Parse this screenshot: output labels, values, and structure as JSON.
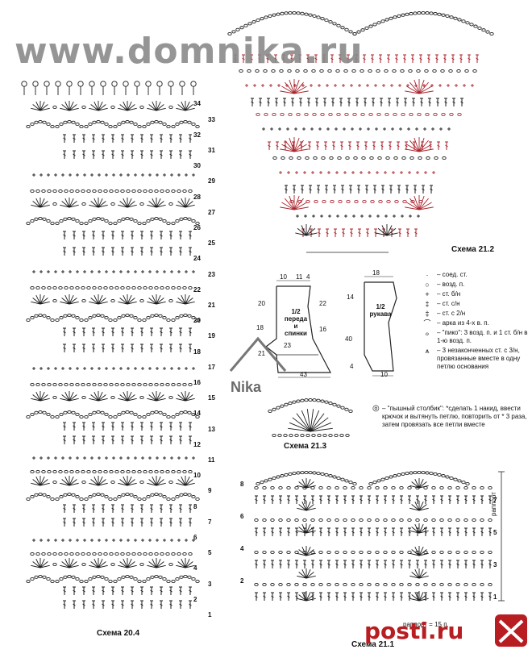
{
  "watermark": {
    "text": "www.domnika.ru"
  },
  "logo_text": "Nika",
  "schemes": {
    "s204": {
      "title": "Схема 20.4",
      "rows": [
        "1",
        "2",
        "3",
        "4",
        "5",
        "6",
        "7",
        "8",
        "9",
        "10",
        "11",
        "12",
        "13",
        "14",
        "15",
        "16",
        "17",
        "18",
        "19",
        "20",
        "21",
        "22",
        "23",
        "24",
        "25",
        "26",
        "27",
        "28",
        "29",
        "30",
        "31",
        "32",
        "33",
        "34"
      ]
    },
    "s212": {
      "title": "Схема 21.2"
    },
    "s213": {
      "title": "Схема 21.3"
    },
    "s211": {
      "title": "Схема 21.1",
      "rows": [
        "1",
        "2",
        "3",
        "4",
        "5",
        "6",
        "7",
        "8"
      ],
      "repeat_label": "раппорт",
      "repeat_bottom": "раппорт = 15 п."
    }
  },
  "pattern_front": {
    "label": "1/2 переда и спинки",
    "dims": {
      "top_a": "10",
      "top_b": "11",
      "top_c": "4",
      "left_a": "20",
      "left_b": "18",
      "left_c": "21",
      "right_a": "22",
      "right_b": "16",
      "inner": "23",
      "bottom": "43"
    }
  },
  "pattern_sleeve": {
    "label": "1/2 рукава",
    "dims": {
      "top": "18",
      "left_a": "14",
      "left_b": "40",
      "left_c": "4",
      "bottom": "10"
    }
  },
  "legend": [
    {
      "sym": "·",
      "text": "– соед. ст."
    },
    {
      "sym": "○",
      "text": "– возд. п."
    },
    {
      "sym": "+",
      "text": "– ст. б/н"
    },
    {
      "sym": "‡",
      "text": "– ст. с/н"
    },
    {
      "sym": "‡",
      "text": "– ст. с 2/н"
    },
    {
      "sym": "⌒",
      "text": "– арка из 4-х в. п."
    },
    {
      "sym": "ℴ",
      "text": "– \"пико\": 3 возд. п. и 1 ст. б/н в 1-ю возд. п."
    },
    {
      "sym": "⩚",
      "text": "– 3 незаконченных ст. с 3/н, провязанные вместе в одну петлю основания"
    }
  ],
  "note_puff": "– \"пышный столбик\": *сделать 1 накид, ввести крючок и вытянуть петлю, повторить от * 3 раза, затем провязать все петли вместе",
  "footer_site": {
    "text": "posti.ru"
  },
  "colors": {
    "ink": "#1a1a1a",
    "accent": "#a8232b",
    "watermark": "#8a8a8a"
  }
}
